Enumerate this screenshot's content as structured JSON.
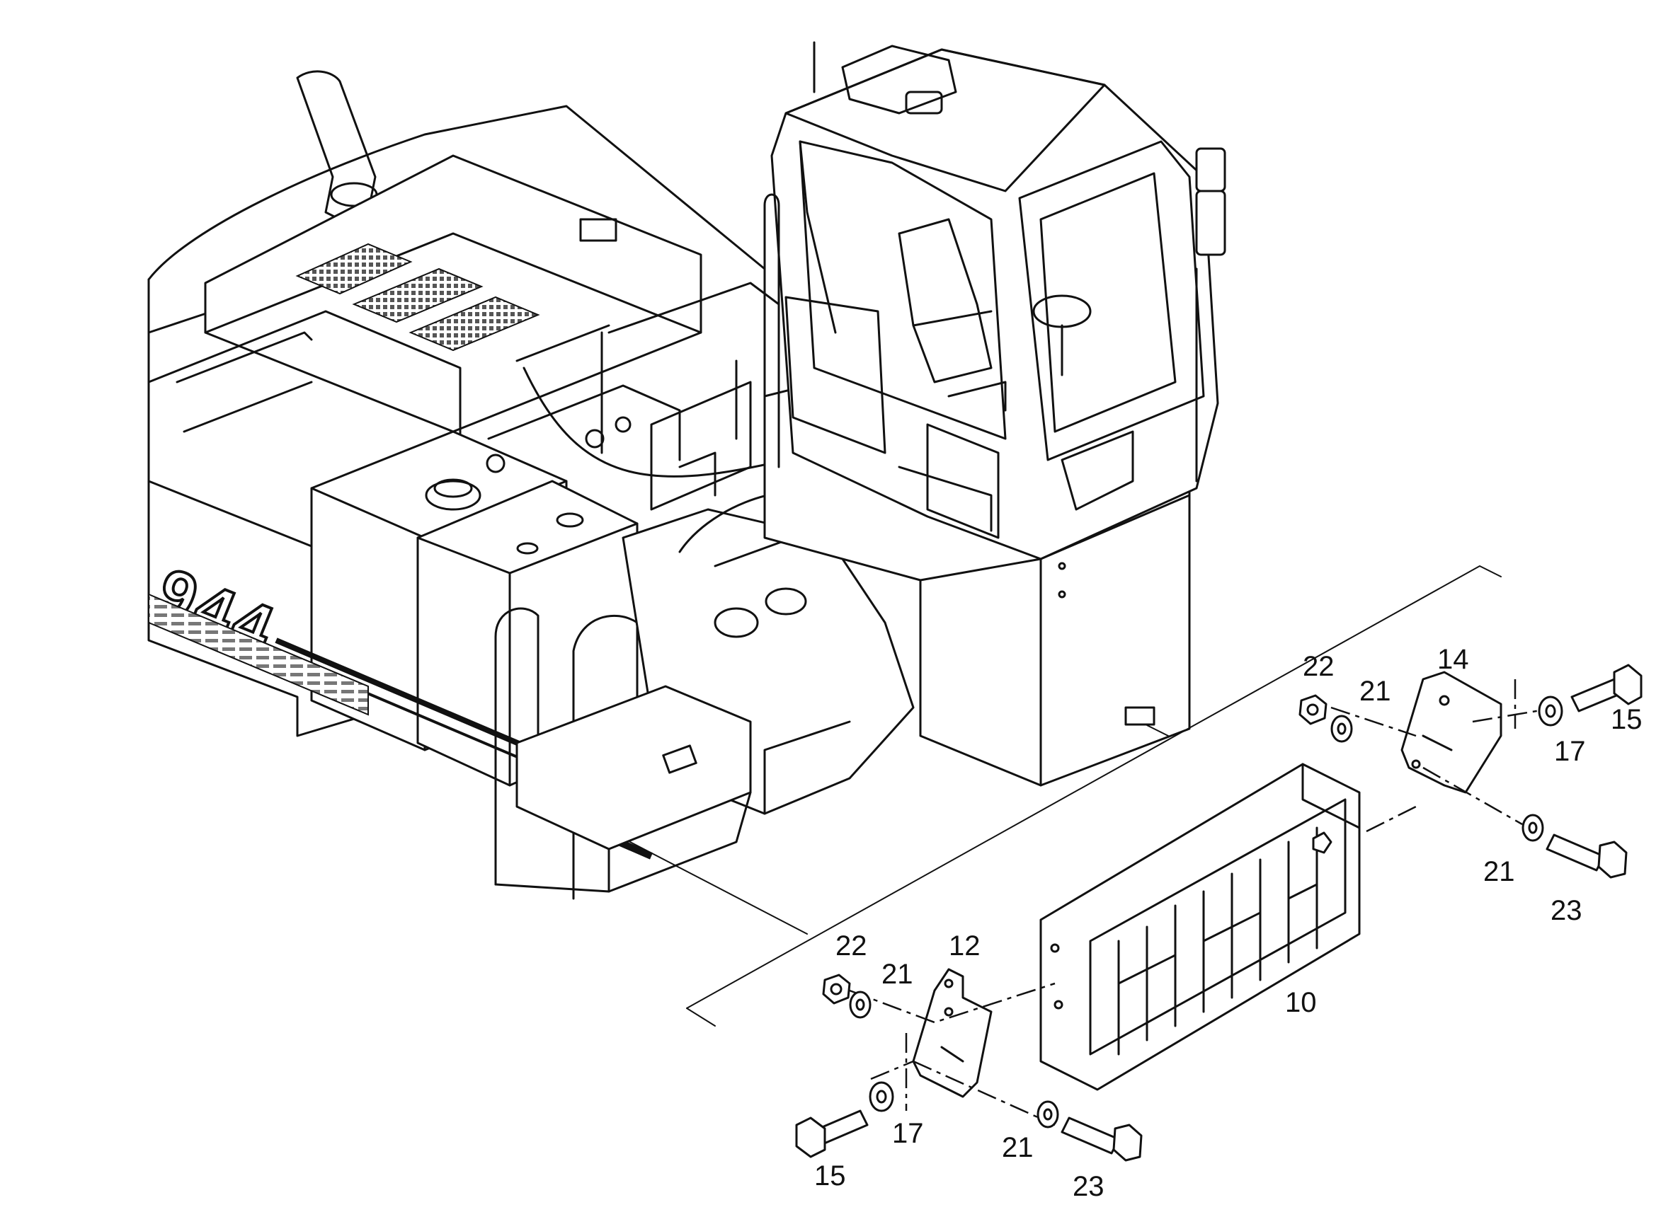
{
  "machine": {
    "model_number": "944"
  },
  "callouts": [
    {
      "id": "c10",
      "label": "10"
    },
    {
      "id": "c12",
      "label": "12"
    },
    {
      "id": "c14",
      "label": "14"
    },
    {
      "id": "c15a",
      "label": "15"
    },
    {
      "id": "c15b",
      "label": "15"
    },
    {
      "id": "c17a",
      "label": "17"
    },
    {
      "id": "c17b",
      "label": "17"
    },
    {
      "id": "c21a",
      "label": "21"
    },
    {
      "id": "c21b",
      "label": "21"
    },
    {
      "id": "c21c",
      "label": "21"
    },
    {
      "id": "c21d",
      "label": "21"
    },
    {
      "id": "c22a",
      "label": "22"
    },
    {
      "id": "c22b",
      "label": "22"
    },
    {
      "id": "c23a",
      "label": "23"
    },
    {
      "id": "c23b",
      "label": "23"
    }
  ]
}
